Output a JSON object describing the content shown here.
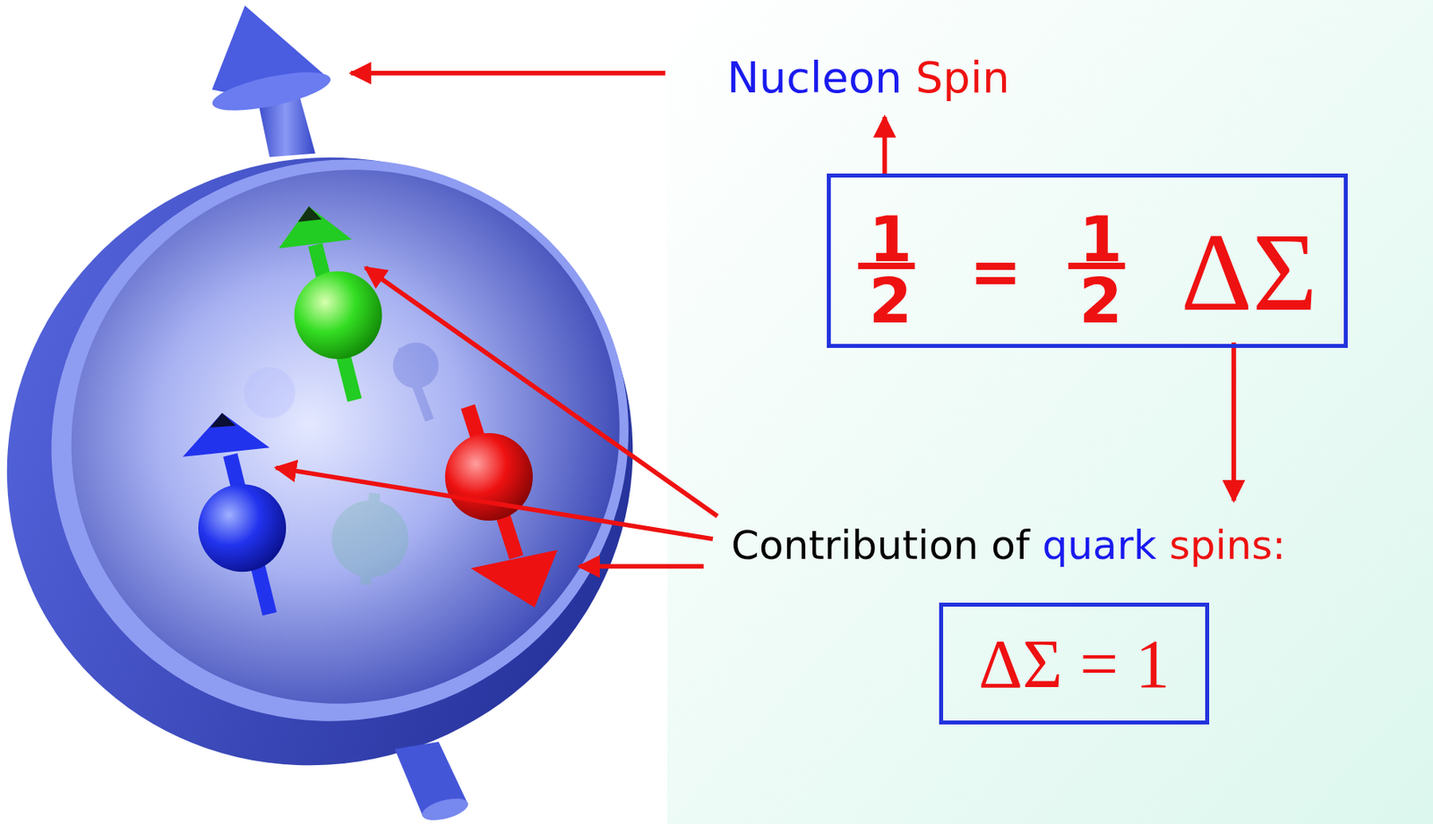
{
  "diagram": {
    "nodes": [
      {
        "text": [
          "1",
          "2",
          "=",
          "1",
          "2",
          "ΔΣ"
        ]
      },
      {
        "text": [
          "ΔΣ = 1"
        ]
      }
    ],
    "labels": [
      "Nucleon Spin",
      "Contribution of quark spins:"
    ]
  }
}
